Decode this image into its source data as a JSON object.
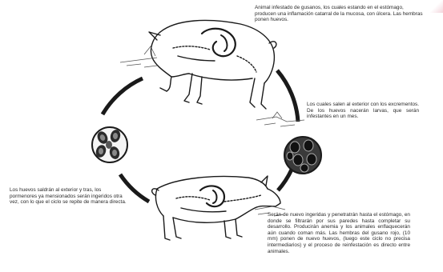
{
  "texts": {
    "top": "Animal infestado de gusanos, los cuales estando en el estómago, producen una inflamación catarral de la mucosa, con úlcera. Las hembras ponen huevos.",
    "right": "Los cuales salen al exterior con los excrementos. De los huevos nacerán larvas, que serán infestantes en un mes.",
    "left": "Los huevos saldrán al exterior y tras, los pormenores ya mensionados serán ingeridos otra vez, con lo que el ciclo se repite de manera directa.",
    "bottom": "Serán de nuevo ingeridas y penetratrán hasta el estómago, en donde se filtrarán por sus paredes hasta completar su desarrollo. Producirán anemia y los animales enflaquecerán aún cuando coman más. Las hembras del gusano rojo, (10 mm) ponen de nuevo huevos, (luego este ciclo no precisa intermediarios) y el proceso de reinfestación es directo entre animales."
  },
  "colors": {
    "ink": "#1a1a1a",
    "egg_fill": "#2b2b2b"
  }
}
